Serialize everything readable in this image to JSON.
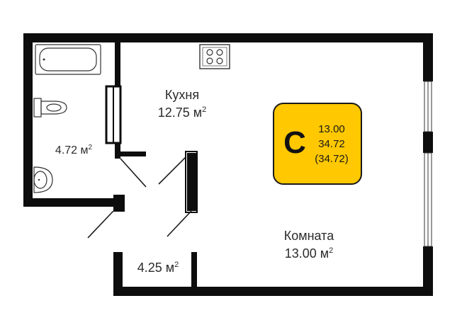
{
  "rooms": {
    "kitchen": {
      "name": "Кухня",
      "area": "12.75 м",
      "unit_sup": "2"
    },
    "bathroom": {
      "area": "4.72 м",
      "unit_sup": "2"
    },
    "hall": {
      "area": "4.25 м",
      "unit_sup": "2"
    },
    "living": {
      "name": "Комната",
      "area": "13.00 м",
      "unit_sup": "2"
    }
  },
  "badge": {
    "letter": "С",
    "living_area": "13.00",
    "total_area": "34.72",
    "total_area_alt": "(34.72)",
    "color": "#FFC800"
  },
  "colors": {
    "wall": "#0d0d0d",
    "text": "#2b2b2b"
  },
  "icons": [
    "stove-icon",
    "bathtub-icon",
    "toilet-icon",
    "sink-icon",
    "window-icon",
    "door-swing-icon"
  ]
}
